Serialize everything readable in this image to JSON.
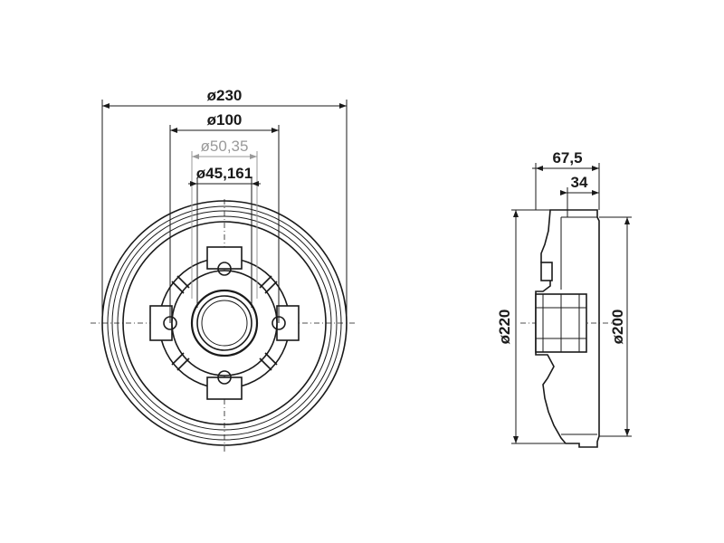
{
  "front_view": {
    "dimensions": {
      "outer_diameter": "ø230",
      "pcd": "ø100",
      "bore": "ø50,35",
      "center_hole": "ø45,161"
    }
  },
  "side_view": {
    "dimensions": {
      "total_height": "67,5",
      "hub_height": "34",
      "outer_diameter": "ø220",
      "inner_diameter": "ø200"
    }
  }
}
